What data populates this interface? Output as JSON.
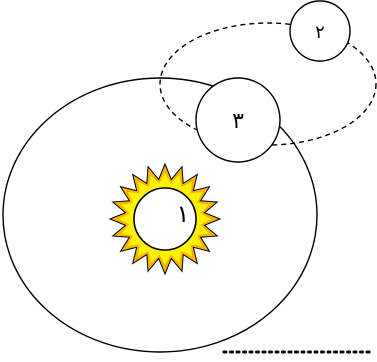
{
  "diagram": {
    "circle_labels": {
      "center": "١",
      "right_top": "٢",
      "middle": "٣"
    },
    "colors": {
      "stroke": "#000000",
      "sun_outer": "#f7b500",
      "sun_inner": "#fff200",
      "sun_core": "#ffffff",
      "background": "#ffffff"
    }
  }
}
